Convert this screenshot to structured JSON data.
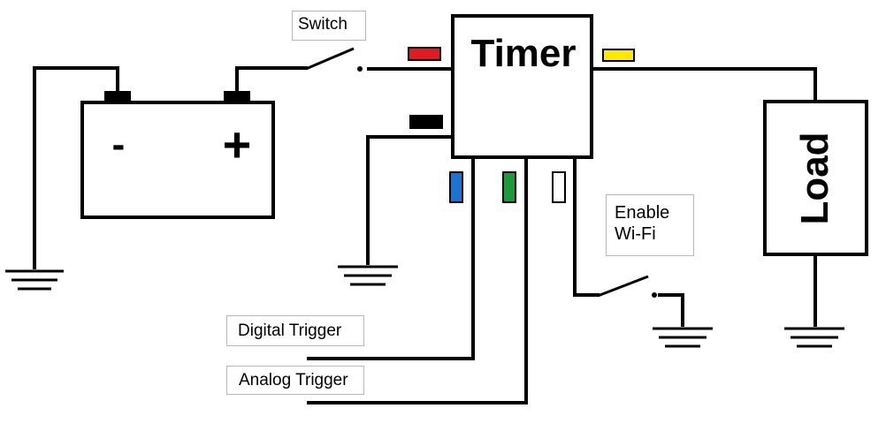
{
  "components": {
    "timer": "Timer",
    "load": "Load",
    "battery_negative": "-",
    "battery_positive": "+"
  },
  "labels": {
    "switch": "Switch",
    "enable_wifi_line1": "Enable",
    "enable_wifi_line2": "Wi-Fi",
    "digital_trigger": "Digital Trigger",
    "analog_trigger": "Analog Trigger"
  },
  "wire_colors": {
    "red": "#e11b22",
    "yellow": "#ffe800",
    "black": "#000000",
    "blue": "#1b75d0",
    "green": "#1a9a3a",
    "white": "#ffffff"
  }
}
